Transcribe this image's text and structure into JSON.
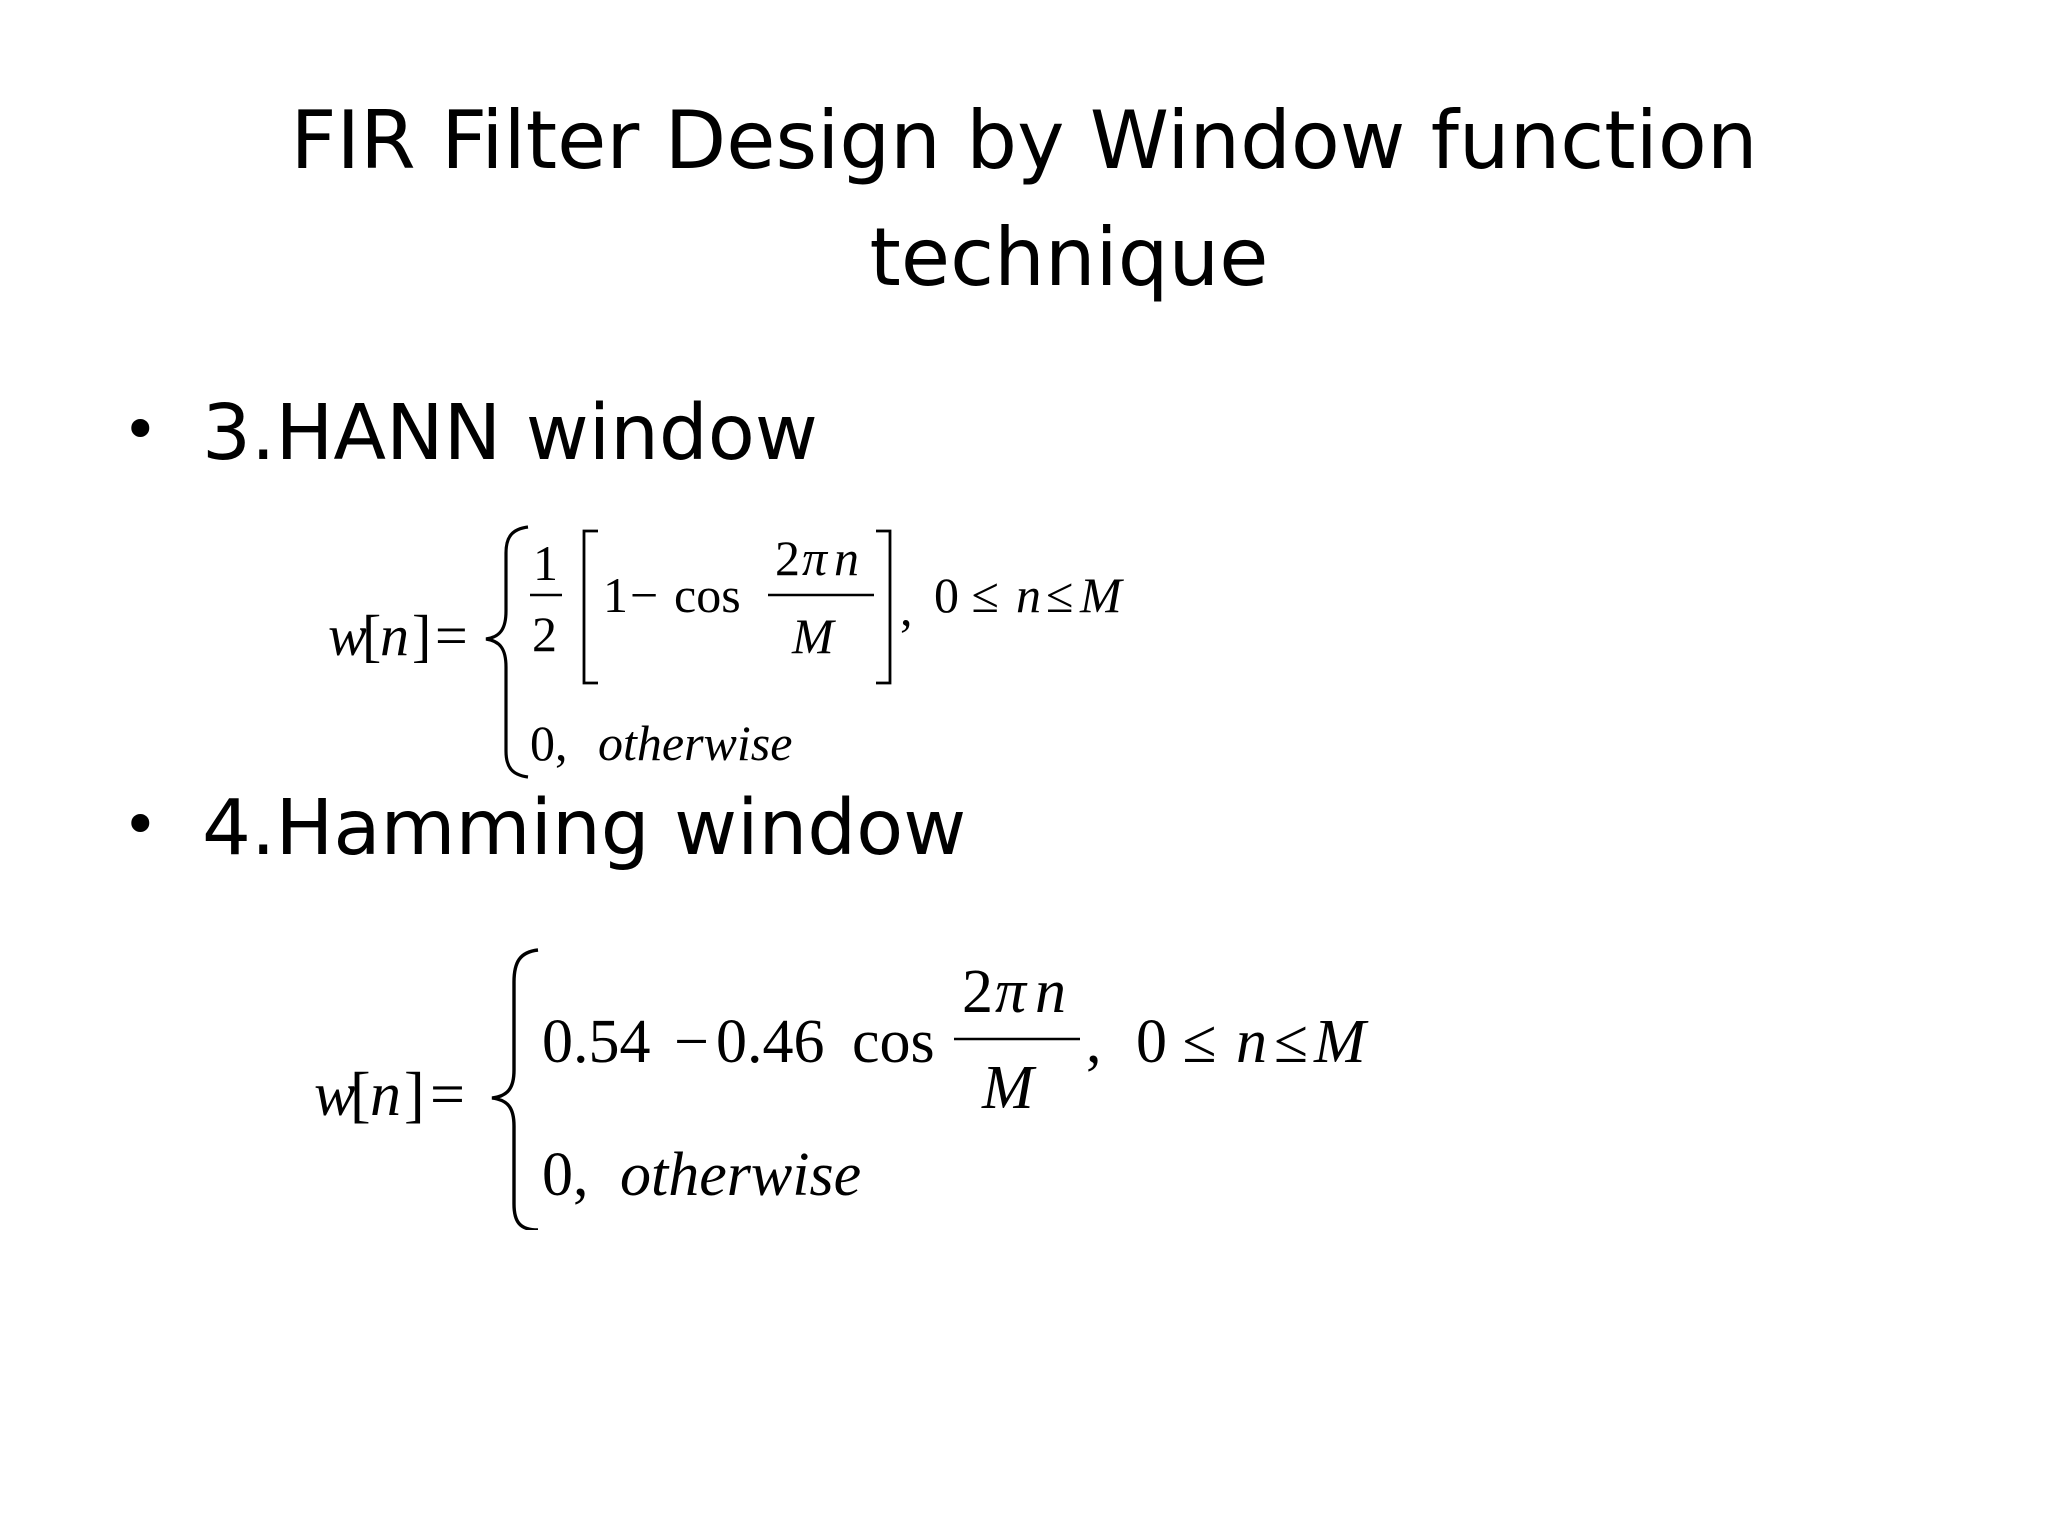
{
  "slide": {
    "title_line1": "FIR Filter Design by Window function",
    "title_line2": "technique"
  },
  "bullets": [
    {
      "marker": "•",
      "label": "3.HANN window"
    },
    {
      "marker": "•",
      "label": "4.Hamming window"
    }
  ],
  "hann_formula": {
    "lhs_w": "w",
    "lhs_lbr": "[",
    "lhs_n": "n",
    "lhs_rbr": "]",
    "eq": "=",
    "half_num": "1",
    "half_den": "2",
    "one_minus": "1",
    "minus": "−",
    "cos": "cos",
    "frac_num_2": "2",
    "frac_num_pi": "π",
    "frac_num_n": "n",
    "frac_den": "M",
    "comma": ",",
    "cond": "0 ≤",
    "cond_n": "n",
    "cond_le": "≤",
    "cond_M": "M",
    "case2_zero": "0,",
    "case2_text": "otherwise"
  },
  "hamming_formula": {
    "lhs_w": "w",
    "lhs_lbr": "[",
    "lhs_n": "n",
    "lhs_rbr": "]",
    "eq": "=",
    "coef_a": "0.54",
    "minus": "−",
    "coef_b": "0.46",
    "cos": "cos",
    "frac_num_2": "2",
    "frac_num_pi": "π",
    "frac_num_n": "n",
    "frac_den": "M",
    "comma": ",",
    "cond": "0 ≤",
    "cond_n": "n",
    "cond_le": "≤",
    "cond_M": "M",
    "case2_zero": "0,",
    "case2_text": "otherwise"
  }
}
